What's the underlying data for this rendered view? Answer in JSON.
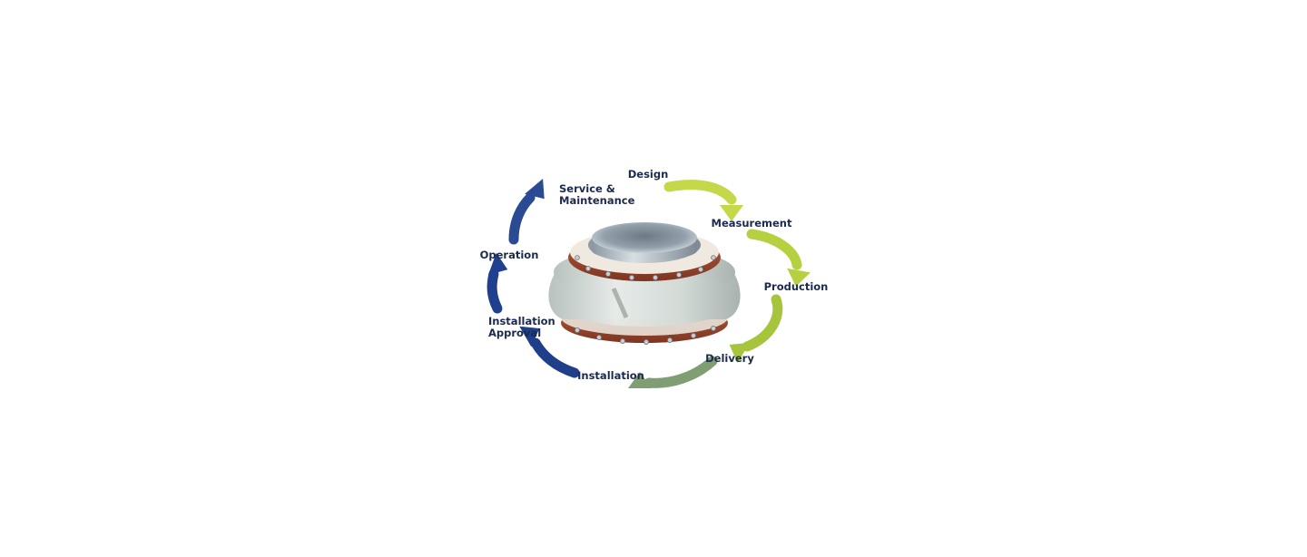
{
  "diagram": {
    "type": "cycle",
    "stages": [
      {
        "id": "design",
        "label": [
          "Design"
        ],
        "arrow_color": "#c4d84a"
      },
      {
        "id": "measurement",
        "label": [
          "Measurement"
        ],
        "arrow_color": "#b5d040"
      },
      {
        "id": "production",
        "label": [
          "Production"
        ],
        "arrow_color": "#a6c43c"
      },
      {
        "id": "delivery",
        "label": [
          "Delivery"
        ],
        "arrow_color": "#7f9e74"
      },
      {
        "id": "installation",
        "label": [
          "Installation"
        ],
        "arrow_color": "#1f3f8a"
      },
      {
        "id": "installation-approval",
        "label": [
          "Installation",
          "Approval"
        ],
        "arrow_color": "#203f8f"
      },
      {
        "id": "operation",
        "label": [
          "Operation"
        ],
        "arrow_color": "#2a4a94"
      },
      {
        "id": "service-maintenance",
        "label": [
          "Service &",
          "Maintenance"
        ],
        "arrow_color": "#3d5e9e"
      }
    ],
    "center_image": "expansion-joint-product"
  },
  "colors": {
    "text": "#1c2a4e",
    "belt": "#a04a32",
    "fabric": "#d7ddd9",
    "steel": "#9aa5b0"
  }
}
